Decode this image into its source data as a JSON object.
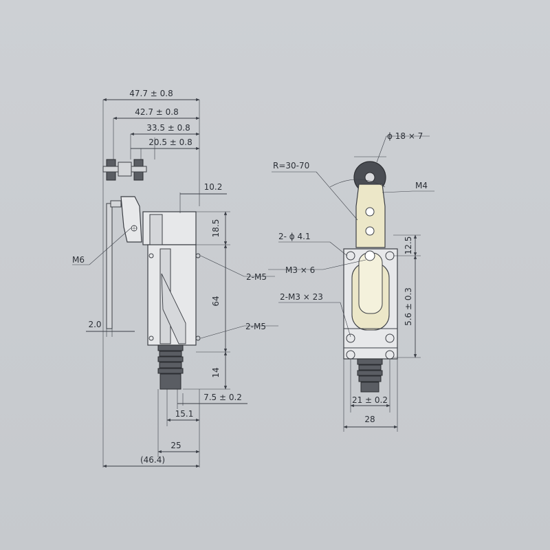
{
  "left_view": {
    "dim_overall_width": "47.7 ± 0.8",
    "dim_width_2": "42.7 ± 0.8",
    "dim_width_3": "33.5 ± 0.8",
    "dim_width_4": "20.5 ± 0.8",
    "dim_top_offset": "10.2",
    "dim_head_height": "18.5",
    "dim_body_height": "64",
    "dim_plunger_height": "14",
    "dim_plunger_offset": "7.5 ± 0.2",
    "dim_plunger_width": "15.1",
    "dim_body_width": "25",
    "dim_total_width": "(46.4)",
    "dim_lever_thickness": "2.0",
    "label_lever_screw": "M6",
    "label_upper_holes": "2-M5",
    "label_lower_holes": "2-M5"
  },
  "right_view": {
    "label_roller": "ϕ 18 × 7",
    "label_radius": "R=30-70",
    "label_roller_screw": "M4",
    "label_lever_holes": "2- ϕ 4.1",
    "label_arm_screw": "M3 × 6",
    "label_mount_screws": "2-M3 × 23",
    "dim_top_hole_spacing": "12.5",
    "dim_hole_spacing": "5.6 ± 0.3",
    "dim_hole_pitch": "21 ± 0.2",
    "dim_body_width": "28"
  }
}
